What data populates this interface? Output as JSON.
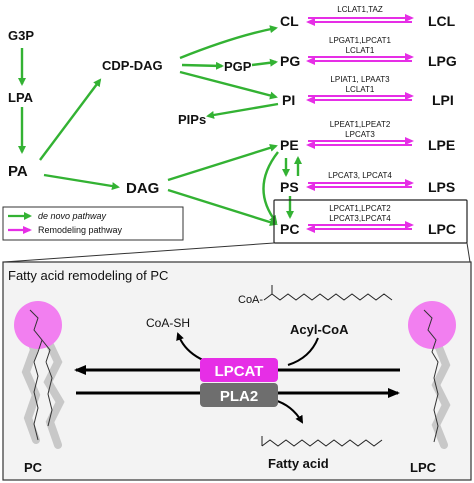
{
  "colors": {
    "denovo_green": "#33b233",
    "remodel_magenta": "#e62ee6",
    "head_pink": "#f27ff0",
    "lpcat_box": "#e62ee6",
    "pla2_box": "#6e6e6e",
    "chain_gray": "#c8c8c8",
    "inset_bg": "#f3f3f3"
  },
  "nodes": {
    "g3p": "G3P",
    "lpa": "LPA",
    "pa": "PA",
    "cdpdag": "CDP-DAG",
    "pgp": "PGP",
    "dag": "DAG",
    "pips": "PIPs",
    "cl": "CL",
    "pg": "PG",
    "pi": "PI",
    "pe": "PE",
    "ps": "PS",
    "pc": "PC",
    "lcl": "LCL",
    "lpg": "LPG",
    "lpi": "LPI",
    "lpe": "LPE",
    "lps": "LPS",
    "lpc": "LPC"
  },
  "enzymes": {
    "cl_1": "LCLAT1,TAZ",
    "pg_1": "LPGAT1,LPCAT1",
    "pg_2": "LCLAT1",
    "pi_1": "LPIAT1, LPAAT3",
    "pi_2": "LCLAT1",
    "pe_1": "LPEAT1,LPEAT2",
    "pe_2": "LPCAT3",
    "ps_1": "LPCAT3, LPCAT4",
    "pc_1": "LPCAT1,LPCAT2",
    "pc_2": "LPCAT3,LPCAT4"
  },
  "legend": {
    "denovo": "de novo pathway",
    "remodeling": "Remodeling pathway"
  },
  "inset": {
    "title": "Fatty acid remodeling of PC",
    "coa_sh": "CoA-SH",
    "acyl_coa": "Acyl-CoA",
    "coa_prefix": "CoA-",
    "lpcat": "LPCAT",
    "pla2": "PLA2",
    "fatty_acid": "Fatty acid",
    "pc_label": "PC",
    "lpc_label": "LPC"
  }
}
